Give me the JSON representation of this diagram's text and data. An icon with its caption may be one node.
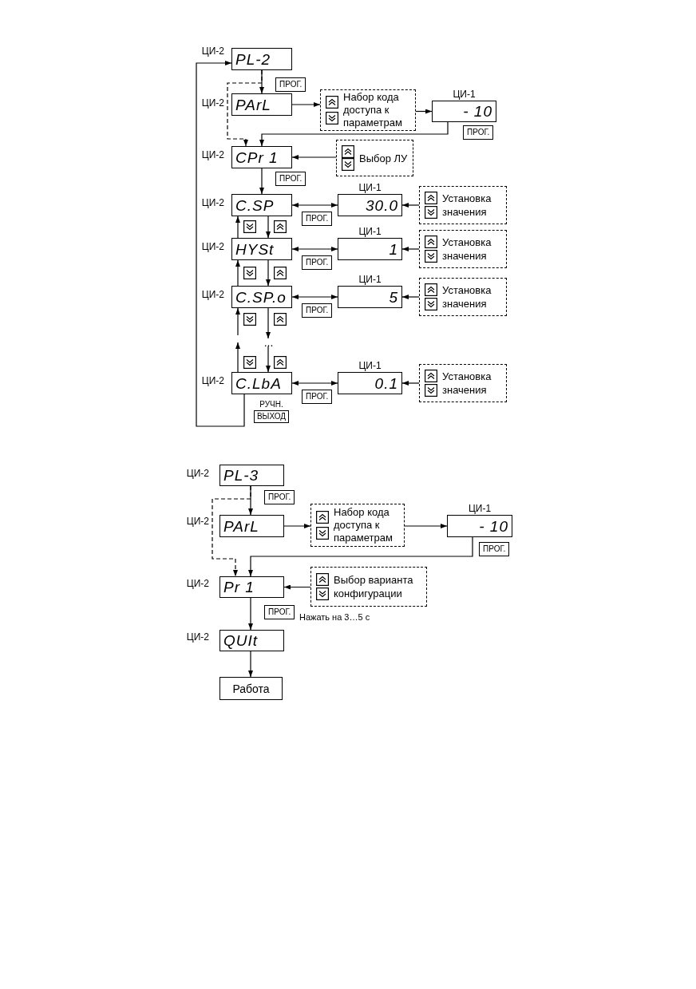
{
  "diagram": {
    "nodes": [
      {
        "text": [
          "PL-2"
        ],
        "beside": [
          "ЦИ-2"
        ]
      },
      {
        "text": [
          "PArL"
        ],
        "beside": [
          "ЦИ-2"
        ]
      },
      {
        "text": [
          "Набор кода доступа к параметрам"
        ]
      },
      {
        "text": [
          "- 10"
        ],
        "beside": [
          "ЦИ-1"
        ]
      },
      {
        "text": [
          "CPr 1"
        ],
        "beside": [
          "ЦИ-2"
        ]
      },
      {
        "text": [
          "Выбор ЛУ"
        ]
      },
      {
        "text": [
          "C.SP"
        ],
        "beside": [
          "ЦИ-2"
        ]
      },
      {
        "text": [
          "30.0"
        ],
        "beside": [
          "ЦИ-1"
        ]
      },
      {
        "text": [
          "Установка значения"
        ]
      },
      {
        "text": [
          "HYSt"
        ],
        "beside": [
          "ЦИ-2"
        ]
      },
      {
        "text": [
          "1"
        ],
        "beside": [
          "ЦИ-1"
        ]
      },
      {
        "text": [
          "Установка значения"
        ]
      },
      {
        "text": [
          "C.SP.o"
        ],
        "beside": [
          "ЦИ-2"
        ]
      },
      {
        "text": [
          "5"
        ],
        "beside": [
          "ЦИ-1"
        ]
      },
      {
        "text": [
          "Установка значения"
        ]
      },
      {
        "text": [
          "..."
        ]
      },
      {
        "text": [
          "C.LbA"
        ],
        "beside": [
          "ЦИ-2"
        ]
      },
      {
        "text": [
          "0.1"
        ],
        "beside": [
          "ЦИ-1"
        ]
      },
      {
        "text": [
          "Установка значения"
        ]
      },
      {
        "text": [
          "PL-3"
        ],
        "beside": [
          "ЦИ-2"
        ]
      },
      {
        "text": [
          "PArL"
        ],
        "beside": [
          "ЦИ-2"
        ]
      },
      {
        "text": [
          "Набор кода доступа к параметрам"
        ]
      },
      {
        "text": [
          "- 10"
        ],
        "beside": [
          "ЦИ-1"
        ]
      },
      {
        "text": [
          "Pr 1"
        ],
        "beside": [
          "ЦИ-2"
        ]
      },
      {
        "text": [
          "Выбор варианта конфигурации"
        ]
      },
      {
        "text": [
          "QUIt"
        ],
        "beside": [
          "ЦИ-2"
        ]
      },
      {
        "text": [
          "Работа"
        ]
      }
    ],
    "edges": [
      {
        "from": 0,
        "to": 1,
        "arrow": "to",
        "label": "ПРОГ."
      },
      {
        "from": 0,
        "to": 4,
        "arrow": "to",
        "style": "dashed"
      },
      {
        "from": 1,
        "to": 2,
        "arrow": "to"
      },
      {
        "from": 2,
        "to": 3,
        "arrow": "to"
      },
      {
        "from": 3,
        "to": 4,
        "arrow": "to",
        "label": "ПРОГ."
      },
      {
        "from": 5,
        "to": 4,
        "arrow": "to"
      },
      {
        "from": 4,
        "to": 6,
        "arrow": "to",
        "label": "ПРОГ."
      },
      {
        "from": 6,
        "to": 7,
        "arrow": "both",
        "label": "ПРОГ."
      },
      {
        "from": 8,
        "to": 7,
        "arrow": "to"
      },
      {
        "from": 6,
        "to": 9,
        "arrow": "to"
      },
      {
        "from": 9,
        "to": 6,
        "arrow": "to"
      },
      {
        "from": 9,
        "to": 10,
        "arrow": "both",
        "label": "ПРОГ."
      },
      {
        "from": 11,
        "to": 10,
        "arrow": "to"
      },
      {
        "from": 9,
        "to": 12,
        "arrow": "to"
      },
      {
        "from": 12,
        "to": 9,
        "arrow": "to"
      },
      {
        "from": 12,
        "to": 13,
        "arrow": "both",
        "label": "ПРОГ."
      },
      {
        "from": 14,
        "to": 13,
        "arrow": "to"
      },
      {
        "from": 12,
        "to": 15,
        "arrow": "to"
      },
      {
        "from": null,
        "to": 12,
        "arrow": "to"
      },
      {
        "from": 16,
        "to": null,
        "arrow": "to"
      },
      {
        "from": 15,
        "to": 16,
        "arrow": "to"
      },
      {
        "from": 16,
        "to": 17,
        "arrow": "both",
        "label": "ПРОГ."
      },
      {
        "from": 18,
        "to": 17,
        "arrow": "to"
      },
      {
        "from": 16,
        "to": 0,
        "arrow": "to",
        "label": "РУЧН. ВЫХОД"
      },
      {
        "from": 19,
        "to": 20,
        "arrow": "to",
        "label": "ПРОГ."
      },
      {
        "from": 19,
        "to": 23,
        "arrow": "to",
        "style": "dashed"
      },
      {
        "from": 20,
        "to": 21,
        "arrow": "to"
      },
      {
        "from": 21,
        "to": 22,
        "arrow": "to"
      },
      {
        "from": 22,
        "to": 23,
        "arrow": "to",
        "label": "ПРОГ."
      },
      {
        "from": 24,
        "to": 23,
        "arrow": "to"
      },
      {
        "from": 23,
        "to": 25,
        "arrow": "to",
        "label": "ПРОГ."
      },
      {
        "from": 25,
        "to": 26,
        "arrow": "to"
      }
    ],
    "labels": [
      "Нажать на 3…5 с"
    ]
  }
}
